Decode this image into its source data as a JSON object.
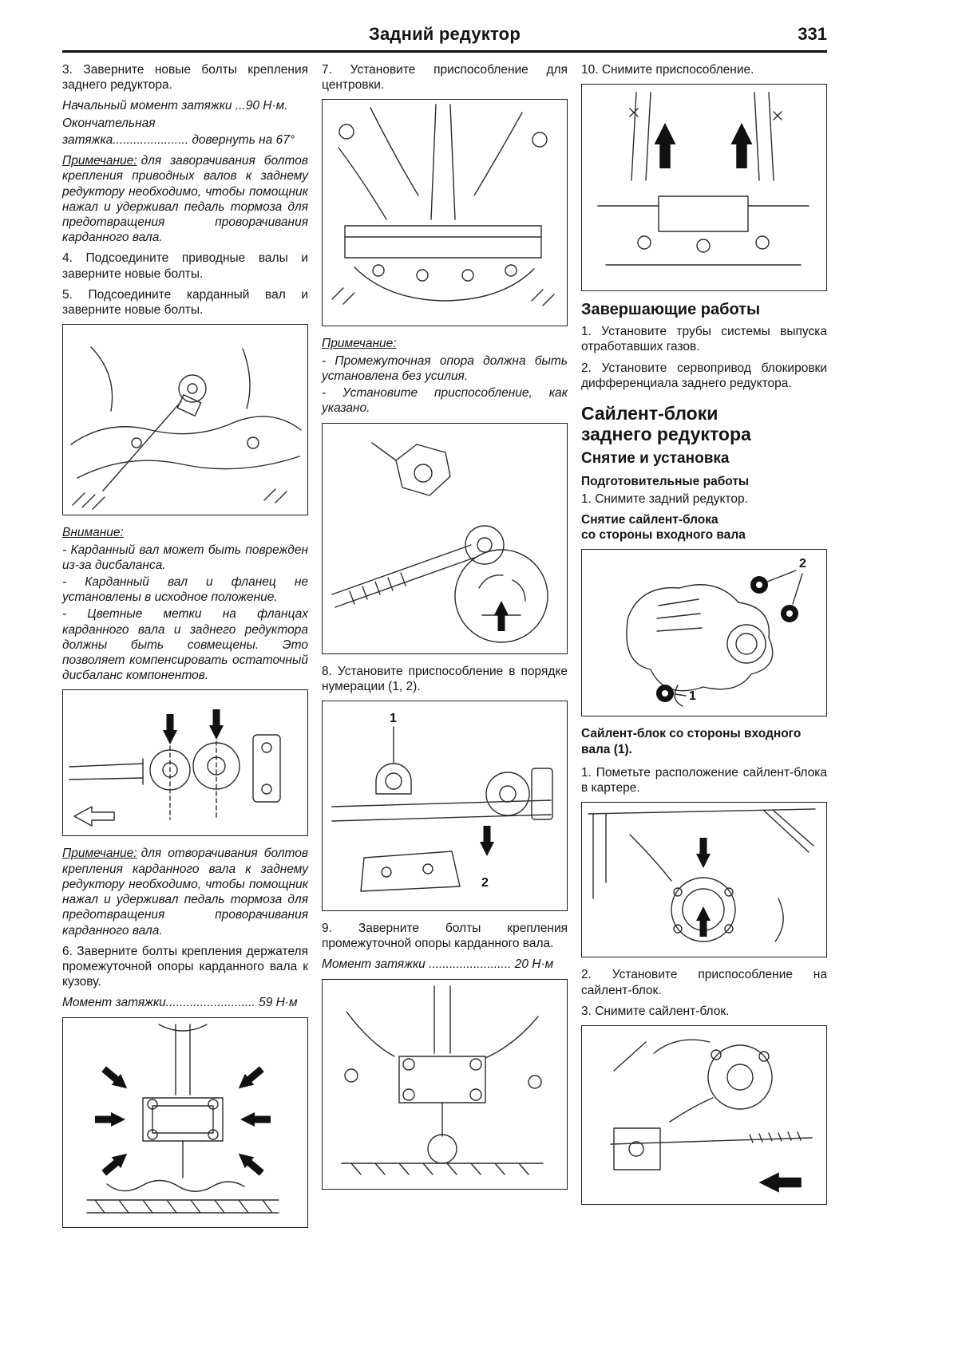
{
  "header": {
    "title": "Задний редуктор",
    "page_number": "331"
  },
  "labels": {
    "note": "Примечание:",
    "warning": "Внимание:"
  },
  "col1": {
    "step3": "3. Заверните новые болты крепления заднего редуктора.",
    "torque_initial": "Начальный момент затяжки ...90 Н·м.",
    "torque_final_1": "Окончательная",
    "torque_final_2": "затяжка...................... довернуть на 67°",
    "note1_text": "для заворачивания болтов крепления приводных валов к заднему редуктору необходимо, чтобы помощник нажал и удерживал педаль тормоза для предотвращения проворачивания карданного вала.",
    "step4": "4. Подсоедините приводные валы и заверните новые болты.",
    "step5": "5. Подсоедините карданный вал и заверните новые болты.",
    "warning_items": [
      "- Карданный вал может быть поврежден из-за дисбаланса.",
      "- Карданный вал и фланец не установлены в исходное положение.",
      "- Цветные метки на фланцах карданного вала и заднего редуктора должны быть совмещены. Это позволяет компенсировать остаточный дисбаланс компонентов."
    ],
    "note2_text": "для отворачивания болтов крепления карданного вала к заднему редуктору необходимо, чтобы помощник нажал и удерживал педаль тормоза для предотвращения проворачивания карданного вала.",
    "step6": "6. Заверните болты крепления держателя промежуточной опоры карданного вала к кузову.",
    "torque_59": "Момент затяжки.......................... 59 Н·м"
  },
  "col2": {
    "step7": "7. Установите приспособление для центровки.",
    "note3_items": [
      "- Промежуточная опора должна быть установлена без усилия.",
      "- Установите приспособление, как указано."
    ],
    "step8": "8. Установите приспособление в порядке нумерации (1, 2).",
    "step9": "9. Заверните болты крепления промежуточной опоры карданного вала.",
    "torque_20": "Момент затяжки ........................ 20 Н·м"
  },
  "col3": {
    "step10": "10. Снимите приспособление.",
    "finishing_heading": "Завершающие работы",
    "finishing_1": "1. Установите трубы системы выпуска отработавших газов.",
    "finishing_2": "2. Установите сервопривод блокировки дифференциала заднего редуктора.",
    "section_heading_1": "Сайлент-блоки",
    "section_heading_2": "заднего редуктора",
    "subsection_heading": "Снятие и установка",
    "prep_heading": "Подготовительные работы",
    "prep_step": "1. Снимите задний редуктор.",
    "removal_heading_1": "Снятие сайлент-блока",
    "removal_heading_2": "со стороны входного вала",
    "caption_silent_block": "Сайлент-блок со стороны входного вала (1).",
    "sb_1": "1. Пометьте расположение сайлент-блока в картере.",
    "sb_2": "2. Установите приспособление на сайлент-блок.",
    "sb_3": "3. Снимите сайлент-блок."
  },
  "figures": {
    "fig6": {
      "label1": "1",
      "label2": "2"
    },
    "fig9": {
      "label1": "1",
      "label2": "2"
    }
  }
}
